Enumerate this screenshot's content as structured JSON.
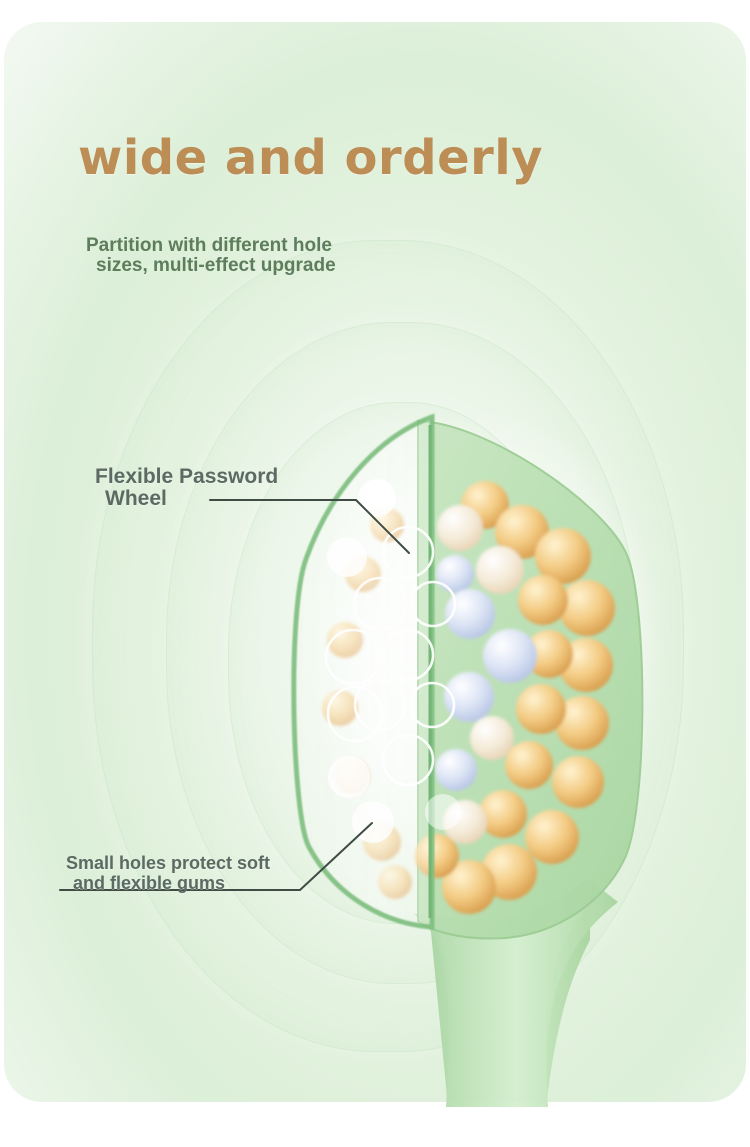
{
  "title": "wide and orderly",
  "subtitle": {
    "line1": "Partition with different hole",
    "line2": "sizes, multi-effect upgrade"
  },
  "callouts": {
    "top": {
      "line1": "Flexible Password",
      "line2": "Wheel"
    },
    "bottom": {
      "line1": "Small holes protect soft",
      "line2": "and flexible gums"
    }
  },
  "colors": {
    "title": "#bc8d55",
    "subtitle": "#5d7d5d",
    "label": "#5b6a63",
    "panel": "#e3f2df",
    "brush_green": "#bddfb7",
    "bristle_orange": "#f1c27c",
    "bristle_blue": "#c9d3ea"
  },
  "icons": {
    "main_visual": "toothbrush-icon"
  }
}
